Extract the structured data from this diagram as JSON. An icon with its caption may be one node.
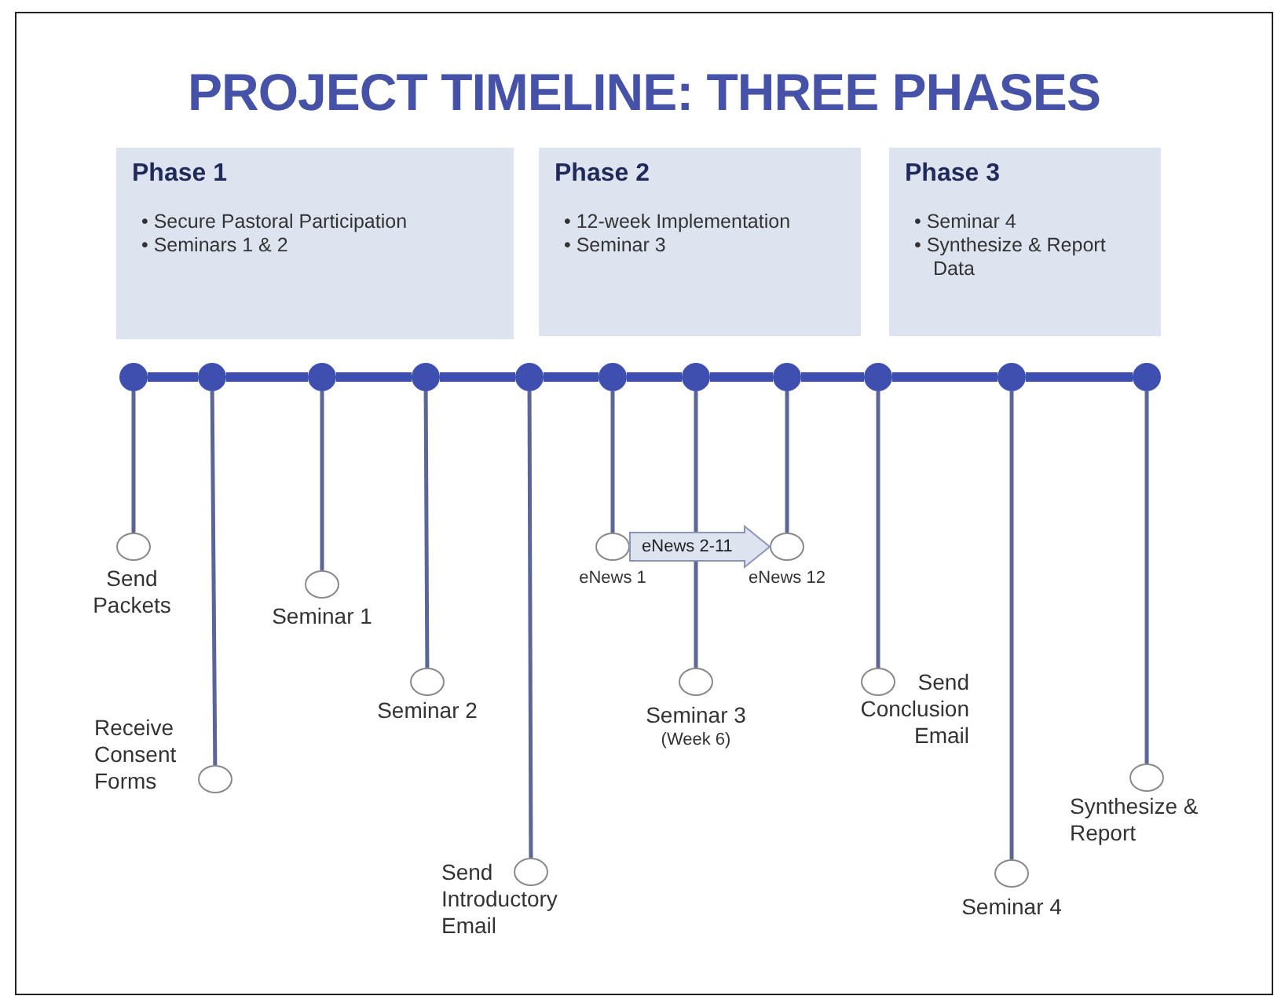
{
  "diagram": {
    "title": "PROJECT TIMELINE: THREE PHASES",
    "nodes": [
      {
        "text": [
          "Phase 1",
          "• Secure Pastoral Participation",
          "• Seminars 1 & 2"
        ]
      },
      {
        "text": [
          "Phase 2",
          "• 12-week Implementation",
          "• Seminar 3"
        ]
      },
      {
        "text": [
          "Phase 3",
          "• Seminar 4",
          "• Synthesize & Report Data"
        ]
      },
      {
        "text": [],
        "shape": "circle"
      },
      {
        "text": [],
        "shape": "circle"
      },
      {
        "text": [],
        "shape": "circle"
      },
      {
        "text": [],
        "shape": "circle"
      },
      {
        "text": [],
        "shape": "circle"
      },
      {
        "text": [],
        "shape": "circle"
      },
      {
        "text": [],
        "shape": "circle"
      },
      {
        "text": [],
        "shape": "circle"
      },
      {
        "text": [],
        "shape": "circle"
      },
      {
        "text": [],
        "shape": "circle"
      },
      {
        "text": [],
        "shape": "circle"
      },
      {
        "text": [],
        "shape": "circle",
        "beside": [
          "Send Packets"
        ]
      },
      {
        "text": [],
        "shape": "circle",
        "beside": [
          "Receive Consent Forms"
        ]
      },
      {
        "text": [],
        "shape": "circle",
        "beside": [
          "Seminar 1"
        ]
      },
      {
        "text": [],
        "shape": "circle",
        "beside": [
          "Seminar 2"
        ]
      },
      {
        "text": [],
        "shape": "circle",
        "beside": [
          "Send Introductory Email"
        ]
      },
      {
        "text": [],
        "shape": "circle",
        "beside": [
          "eNews 1"
        ]
      },
      {
        "text": [],
        "shape": "circle",
        "beside": [
          "Seminar 3",
          "(Week 6)"
        ]
      },
      {
        "text": [],
        "shape": "circle",
        "beside": [
          "eNews 12"
        ]
      },
      {
        "text": [],
        "shape": "circle",
        "beside": [
          "Send Conclusion Email"
        ]
      },
      {
        "text": [],
        "shape": "circle",
        "beside": [
          "Seminar 4"
        ]
      },
      {
        "text": [],
        "shape": "circle",
        "beside": [
          "Synthesize & Report"
        ]
      }
    ],
    "edges": [
      {
        "from": 3,
        "to": 4,
        "arrow": "none",
        "style": "thick",
        "color": "#3f4fb0"
      },
      {
        "from": 4,
        "to": 5,
        "arrow": "none",
        "style": "thick",
        "color": "#3f4fb0"
      },
      {
        "from": 5,
        "to": 6,
        "arrow": "none",
        "style": "thick",
        "color": "#3f4fb0"
      },
      {
        "from": 6,
        "to": 7,
        "arrow": "none",
        "style": "thick",
        "color": "#3f4fb0"
      },
      {
        "from": 7,
        "to": 8,
        "arrow": "none",
        "style": "thick",
        "color": "#3f4fb0"
      },
      {
        "from": 8,
        "to": 9,
        "arrow": "none",
        "style": "thick",
        "color": "#3f4fb0"
      },
      {
        "from": 9,
        "to": 10,
        "arrow": "none",
        "style": "thick",
        "color": "#3f4fb0"
      },
      {
        "from": 10,
        "to": 11,
        "arrow": "none",
        "style": "thick",
        "color": "#3f4fb0"
      },
      {
        "from": 11,
        "to": 12,
        "arrow": "none",
        "style": "thick",
        "color": "#3f4fb0"
      },
      {
        "from": 12,
        "to": 13,
        "arrow": "none",
        "style": "thick",
        "color": "#3f4fb0"
      },
      {
        "from": 3,
        "to": 14,
        "arrow": "none"
      },
      {
        "from": 4,
        "to": 15,
        "arrow": "none"
      },
      {
        "from": 5,
        "to": 16,
        "arrow": "none"
      },
      {
        "from": 6,
        "to": 17,
        "arrow": "none"
      },
      {
        "from": 7,
        "to": 18,
        "arrow": "none"
      },
      {
        "from": 8,
        "to": 19,
        "arrow": "none"
      },
      {
        "from": 9,
        "to": 20,
        "arrow": "none"
      },
      {
        "from": 10,
        "to": 21,
        "arrow": "none"
      },
      {
        "from": 11,
        "to": 22,
        "arrow": "none"
      },
      {
        "from": 12,
        "to": 23,
        "arrow": "none"
      },
      {
        "from": 13,
        "to": 24,
        "arrow": "none"
      },
      {
        "from": 19,
        "to": 21,
        "arrow": "to",
        "label": "eNews 2-11",
        "style": "thick",
        "color": "#dde3ef"
      }
    ]
  }
}
